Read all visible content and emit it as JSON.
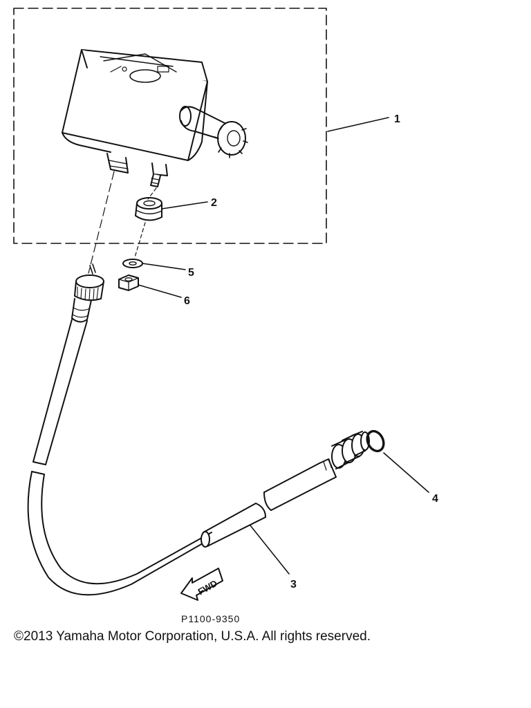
{
  "callouts": {
    "c1": "1",
    "c2": "2",
    "c3": "3",
    "c4": "4",
    "c5": "5",
    "c6": "6"
  },
  "direction_label": "FWD",
  "diagram_code": "P1100-9350",
  "copyright": "©2013 Yamaha Motor Corporation, U.S.A. All rights reserved."
}
